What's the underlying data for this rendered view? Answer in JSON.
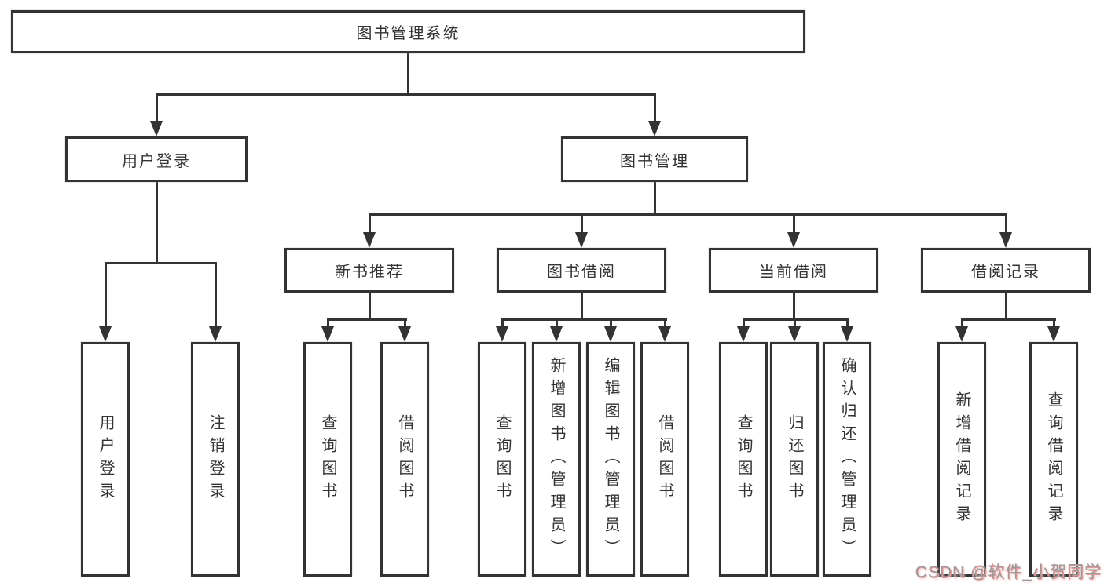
{
  "diagram": {
    "root": {
      "label": "图书管理系统"
    },
    "level2": [
      {
        "label": "用户登录"
      },
      {
        "label": "图书管理"
      }
    ],
    "level3": [
      {
        "label": "新书推荐"
      },
      {
        "label": "图书借阅"
      },
      {
        "label": "当前借阅"
      },
      {
        "label": "借阅记录"
      }
    ],
    "leaves": [
      "用户登录",
      "注销登录",
      "查询图书",
      "借阅图书",
      "查询图书",
      "新增图书（管理员）",
      "编辑图书（管理员）",
      "借阅图书",
      "查询图书",
      "归还图书",
      "确认归还（管理员）",
      "新增借阅记录",
      "查询借阅记录"
    ],
    "line_color": "#333333",
    "background_color": "#ffffff"
  },
  "watermark": {
    "text": "CSDN @软件_小贺同学"
  }
}
